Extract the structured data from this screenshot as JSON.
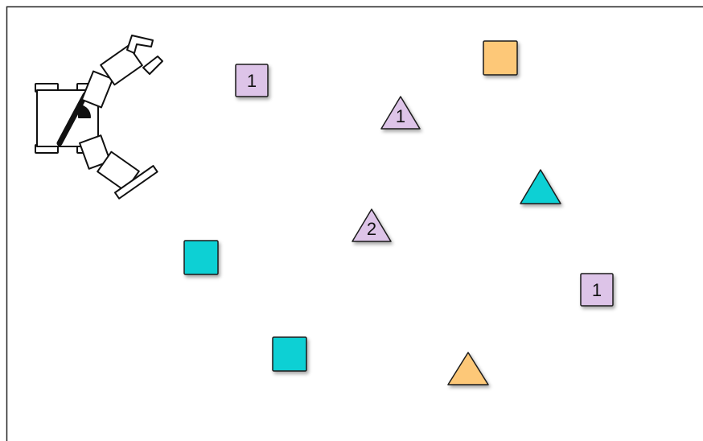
{
  "colors": {
    "purple": "#ddc4e8",
    "cyan": "#11d0d4",
    "orange": "#fdc878",
    "outline": "#1a1a1a",
    "shadow": "#9a9a9a"
  },
  "robot": {
    "icon": "two-arm-robot-icon"
  },
  "objects": [
    {
      "name": "purple-square-1",
      "shape": "square",
      "color": "purple",
      "label": "1"
    },
    {
      "name": "orange-square",
      "shape": "square",
      "color": "orange",
      "label": ""
    },
    {
      "name": "purple-triangle-1",
      "shape": "triangle",
      "color": "purple",
      "label": "1"
    },
    {
      "name": "cyan-triangle",
      "shape": "triangle",
      "color": "cyan",
      "label": ""
    },
    {
      "name": "purple-triangle-2",
      "shape": "triangle",
      "color": "purple",
      "label": "2"
    },
    {
      "name": "cyan-square-1",
      "shape": "square",
      "color": "cyan",
      "label": ""
    },
    {
      "name": "purple-square-2",
      "shape": "square",
      "color": "purple",
      "label": "1"
    },
    {
      "name": "cyan-square-2",
      "shape": "square",
      "color": "cyan",
      "label": ""
    },
    {
      "name": "orange-triangle",
      "shape": "triangle",
      "color": "orange",
      "label": ""
    }
  ]
}
